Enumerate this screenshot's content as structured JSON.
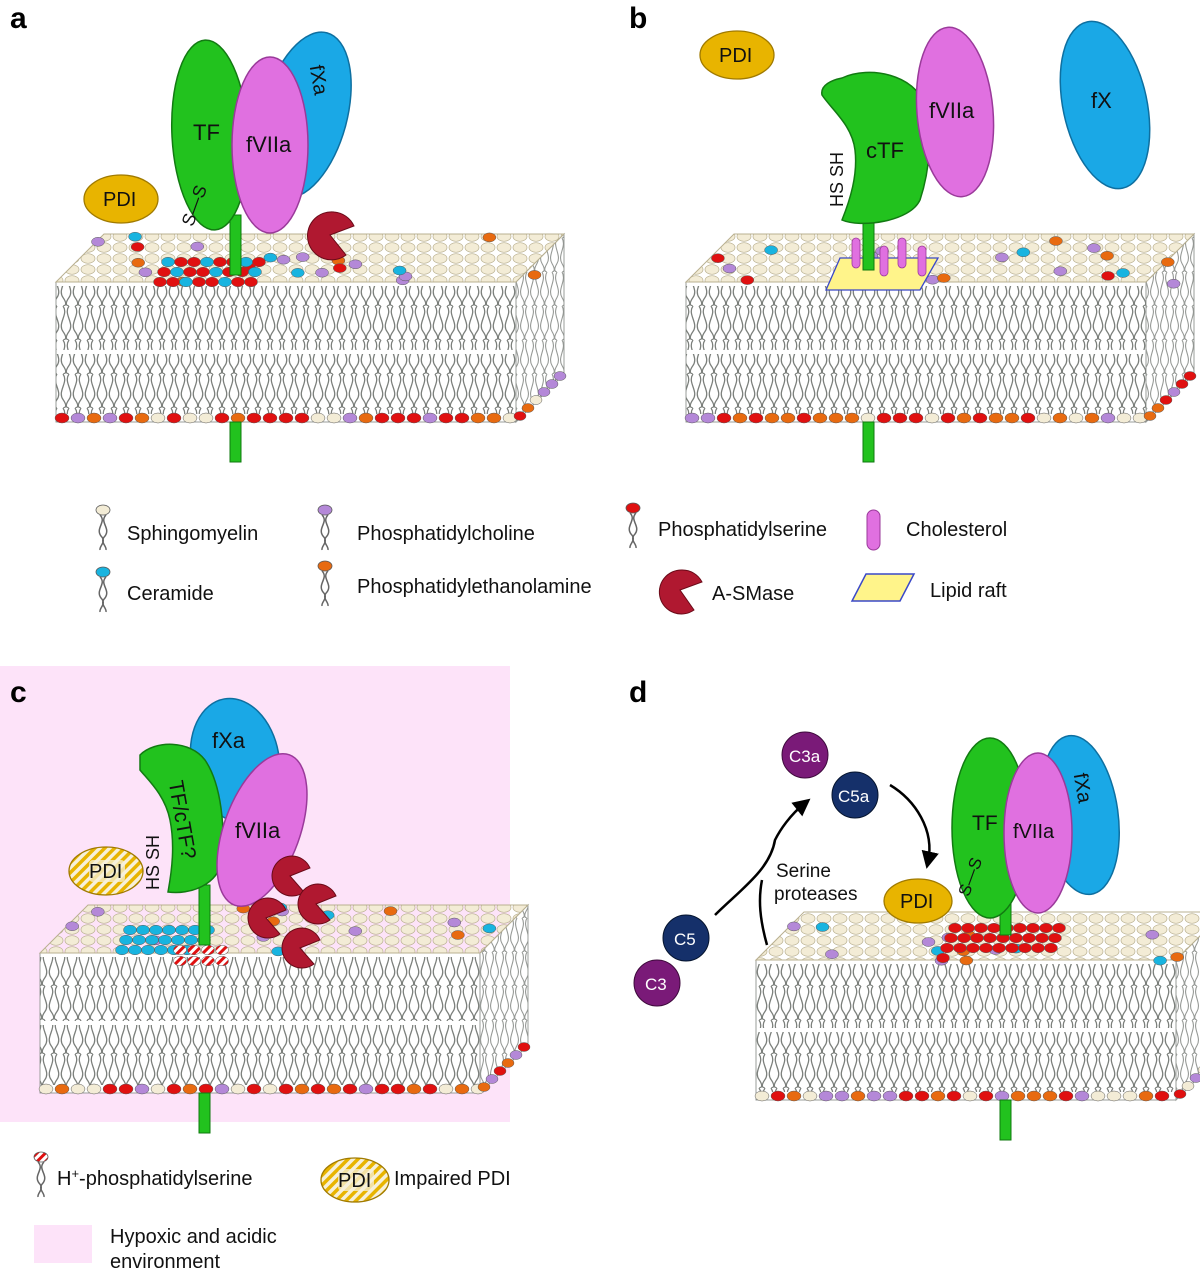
{
  "panels": {
    "a": {
      "letter": "a",
      "tf": "TF",
      "fviia": "fVIIa",
      "fxa": "fXa",
      "pdi": "PDI",
      "disulfide": "S—S"
    },
    "b": {
      "letter": "b",
      "pdi": "PDI",
      "ctf": "cTF",
      "fviia": "fVIIa",
      "fx": "fX",
      "thiols": "HS SH"
    },
    "c": {
      "letter": "c",
      "tfctf": "TF/cTF?",
      "fxa": "fXa",
      "fviia": "fVIIa",
      "pdi": "PDI",
      "thiols": "HS SH"
    },
    "d": {
      "letter": "d",
      "c3a": "C3a",
      "c5a": "C5a",
      "c5": "C5",
      "c3": "C3",
      "serine1": "Serine",
      "serine2": "proteases",
      "tf": "TF",
      "fviia": "fVIIa",
      "fxa": "fXa",
      "pdi": "PDI",
      "disulfide": "S—S"
    }
  },
  "legend_top": {
    "sphingomyelin": "Sphingomyelin",
    "phosphatidylcholine": "Phosphatidylcholine",
    "phosphatidylserine": "Phosphatidylserine",
    "cholesterol": "Cholesterol",
    "ceramide": "Ceramide",
    "phosphatidylethanolamine": "Phosphatidylethanolamine",
    "asmase": "A-SMase",
    "lipid_raft": "Lipid raft"
  },
  "legend_bottom": {
    "hps_prefix": "H",
    "hps_sup": "+",
    "hps_suffix": "-phosphatidylserine",
    "impaired_pdi_badge": "PDI",
    "impaired_pdi": "Impaired PDI",
    "hypoxic1": "Hypoxic and acidic",
    "hypoxic2": "environment"
  },
  "colors": {
    "tf_green": "#22c21e",
    "fviia_magenta": "#e070e0",
    "fxa_blue": "#1aa8e6",
    "pdi_gold": "#e8b400",
    "sphingomyelin": "#f3ecd6",
    "phosphatidylcholine": "#b488d8",
    "phosphatidylserine": "#e01010",
    "ceramide": "#18b4e0",
    "phosphatidylethanolamine": "#e86a10",
    "asmase": "#b01830",
    "lipid_raft": "#fff48a",
    "hypoxic_bg": "#fde3f9",
    "c3_purple": "#7a1a78",
    "c5_navy": "#15306a"
  }
}
